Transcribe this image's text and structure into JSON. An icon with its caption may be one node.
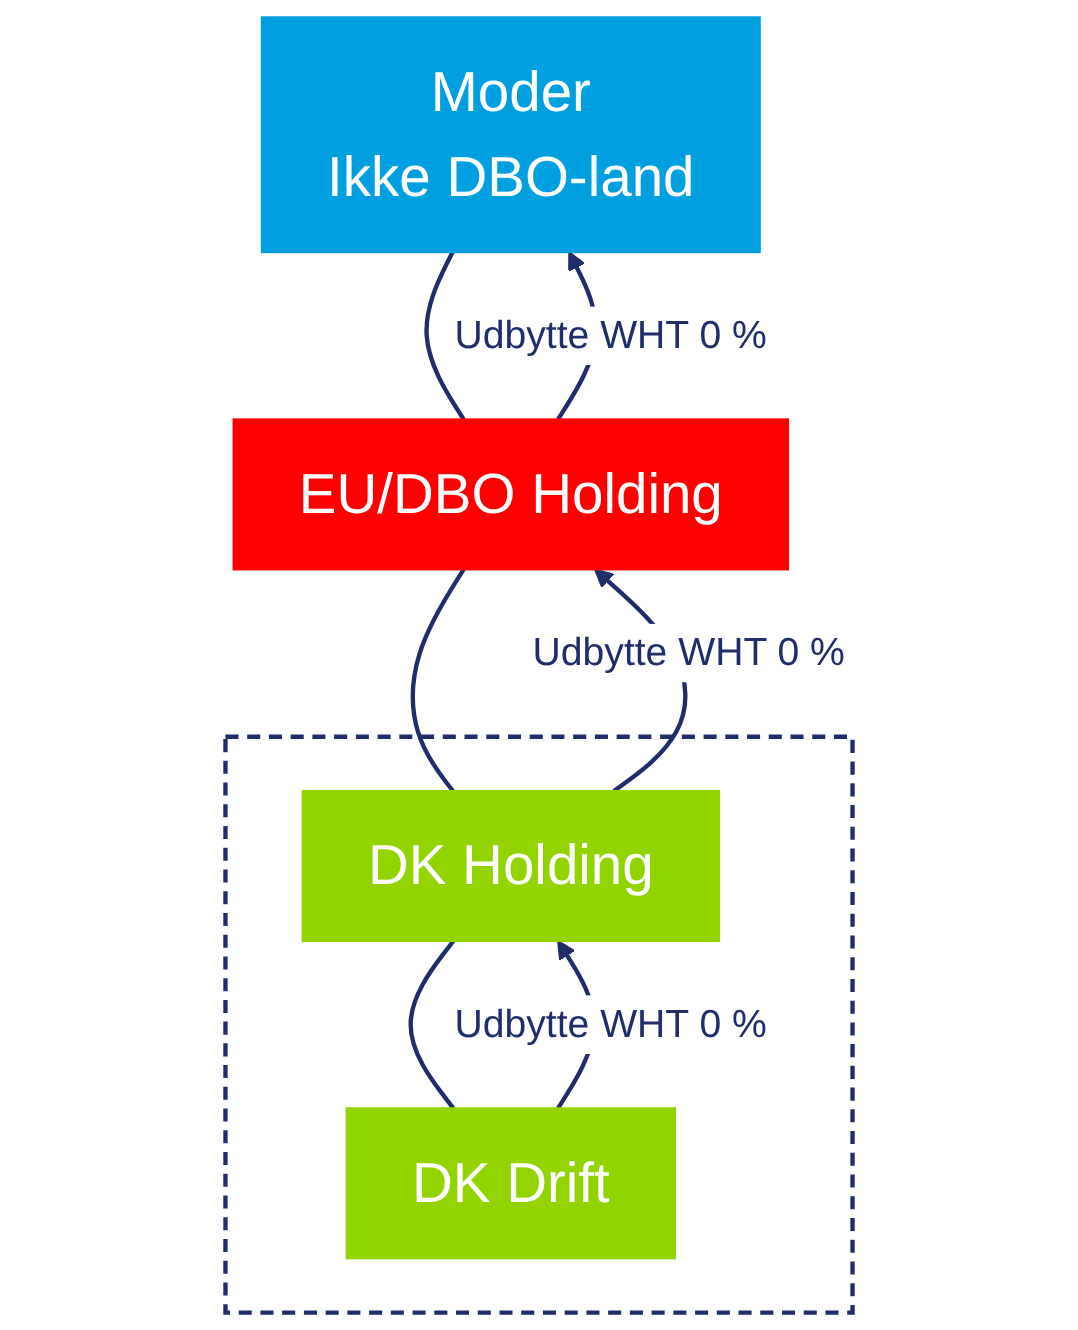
{
  "diagram": {
    "nodes": [
      {
        "text": [
          "Moder",
          "Ikke DBO-land"
        ]
      },
      {
        "text": [
          "EU/DBO Holding"
        ]
      },
      {
        "text": [],
        "shape": "box"
      },
      {
        "text": [
          "DK Holding"
        ],
        "in": 2
      },
      {
        "text": [
          "DK Drift"
        ],
        "in": 2
      }
    ],
    "edges": [
      {
        "from": 0,
        "to": 1,
        "arrow": "none"
      },
      {
        "from": 1,
        "to": 3,
        "arrow": "none"
      },
      {
        "from": 3,
        "to": 4,
        "arrow": "none"
      },
      {
        "from": 1,
        "to": 0,
        "arrow": "to",
        "label": "Udbytte WHT 0 %"
      },
      {
        "from": 3,
        "to": 1,
        "arrow": "to",
        "label": "Udbytte WHT 0 %"
      },
      {
        "from": 4,
        "to": 3,
        "arrow": "to",
        "label": "Udbytte WHT 0 %"
      }
    ]
  }
}
